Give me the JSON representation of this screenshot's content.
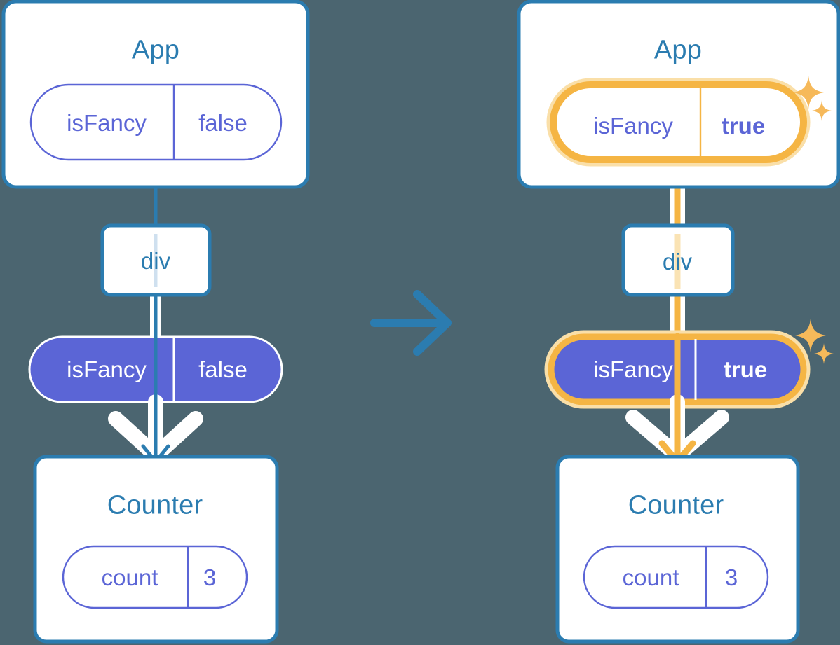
{
  "diagram": {
    "title": "React state update propagation diagram",
    "background_color": "#4b6570",
    "colors": {
      "box_border": "#2b7cb0",
      "box_fill": "#ffffff",
      "title_text": "#2b7cb0",
      "pill_outline_stroke": "#5b65d6",
      "pill_outline_text": "#5b65d6",
      "pill_filled_bg": "#5b65d6",
      "pill_filled_text": "#ffffff",
      "edge_blue": "#2b7cb0",
      "edge_white": "#ffffff",
      "highlight_orange": "#f5b544",
      "highlight_glow": "#fadfa8",
      "sparkle": "#f6b95a"
    },
    "transition_arrow": {
      "icon": "arrow-right-icon",
      "color": "#2b7cb0"
    },
    "panels": [
      {
        "id": "before",
        "side": "left",
        "highlighted": false,
        "app_box": {
          "title": "App",
          "pill": {
            "key": "isFancy",
            "value": "false",
            "style": "outline",
            "bold_value": false,
            "highlighted": false,
            "sparkles": false
          }
        },
        "div_box": {
          "label": "div"
        },
        "prop_pill": {
          "key": "isFancy",
          "value": "false",
          "style": "filled",
          "bold_value": false,
          "highlighted": false,
          "sparkles": false
        },
        "counter_box": {
          "title": "Counter",
          "pill": {
            "key": "count",
            "value": "3",
            "style": "outline",
            "bold_value": false,
            "highlighted": false,
            "sparkles": false
          }
        }
      },
      {
        "id": "after",
        "side": "right",
        "highlighted": true,
        "app_box": {
          "title": "App",
          "pill": {
            "key": "isFancy",
            "value": "true",
            "style": "outline",
            "bold_value": true,
            "highlighted": true,
            "sparkles": true
          }
        },
        "div_box": {
          "label": "div"
        },
        "prop_pill": {
          "key": "isFancy",
          "value": "true",
          "style": "filled",
          "bold_value": true,
          "highlighted": true,
          "sparkles": true
        },
        "counter_box": {
          "title": "Counter",
          "pill": {
            "key": "count",
            "value": "3",
            "style": "outline",
            "bold_value": false,
            "highlighted": false,
            "sparkles": false
          }
        }
      }
    ]
  }
}
